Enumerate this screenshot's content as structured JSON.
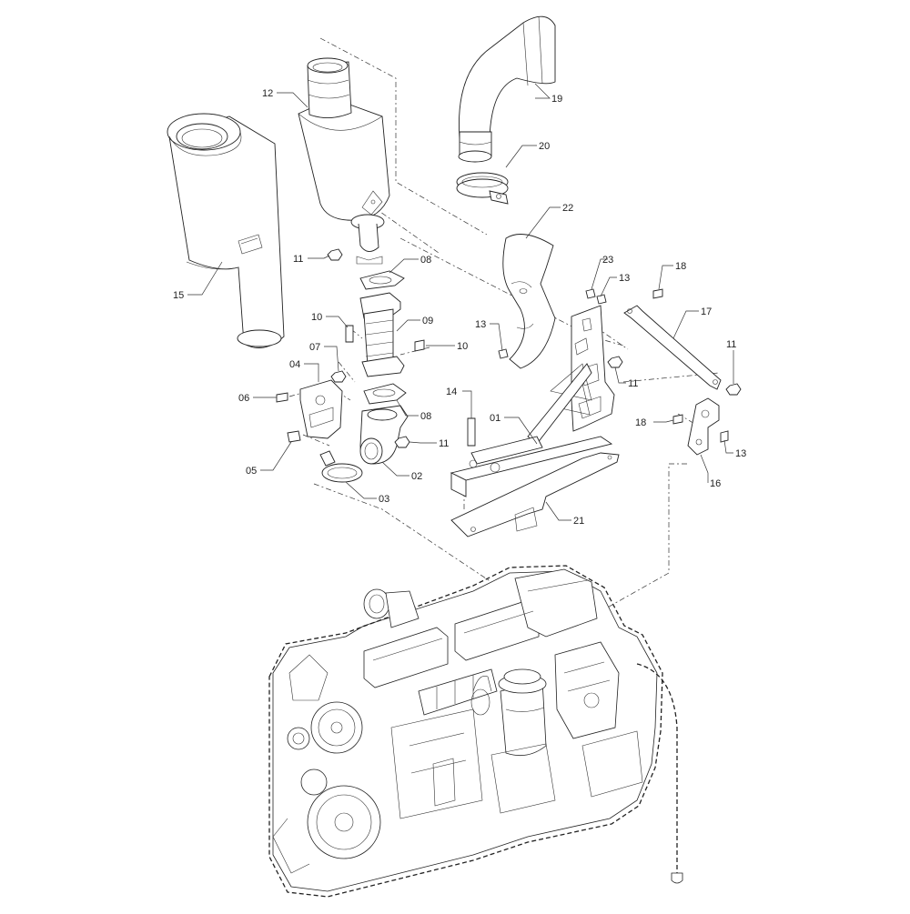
{
  "callouts": {
    "c01": "01",
    "c02": "02",
    "c03": "03",
    "c04": "04",
    "c05": "05",
    "c06": "06",
    "c07": "07",
    "c08a": "08",
    "c08b": "08",
    "c09": "09",
    "c10a": "10",
    "c10b": "10",
    "c11a": "11",
    "c11b": "11",
    "c11c": "11",
    "c11d": "11",
    "c12": "12",
    "c13a": "13",
    "c13b": "13",
    "c13c": "13",
    "c14": "14",
    "c15": "15",
    "c16": "16",
    "c17": "17",
    "c18a": "18",
    "c18b": "18",
    "c19": "19",
    "c20": "20",
    "c21": "21",
    "c22": "22",
    "c23": "23"
  },
  "colors": {
    "line": "#222222",
    "background": "#ffffff"
  }
}
